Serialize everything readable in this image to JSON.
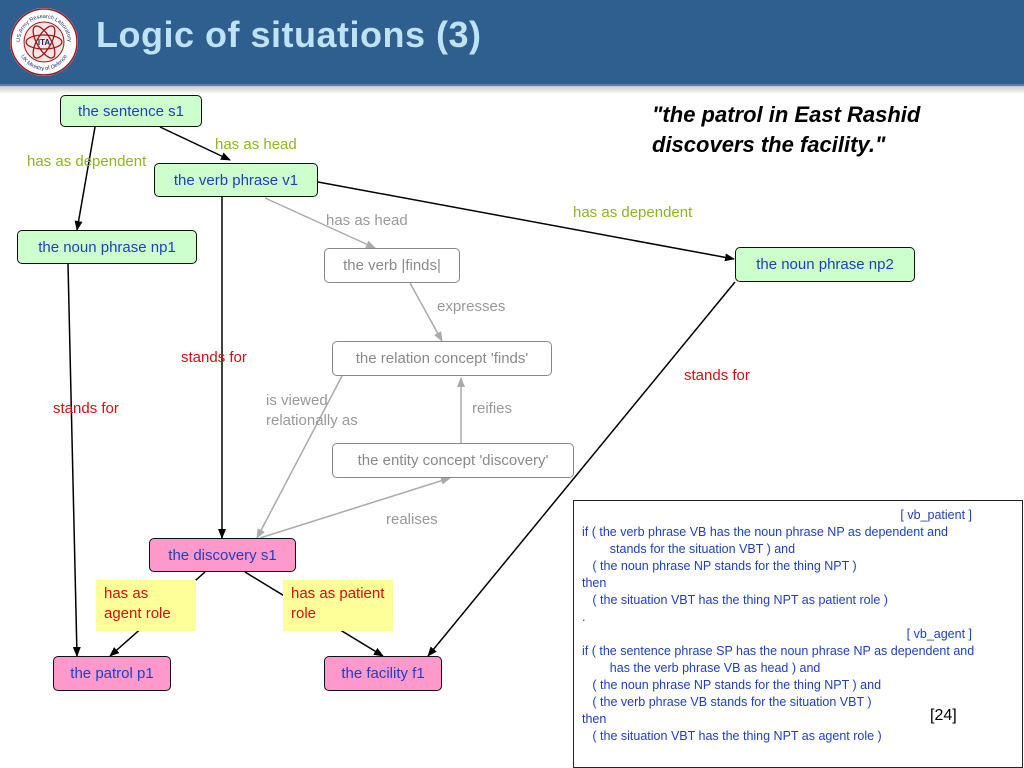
{
  "header": {
    "title": "Logic of situations (3)"
  },
  "nodes": {
    "sentence_s1": "the sentence s1",
    "verb_phrase_v1": "the verb phrase v1",
    "noun_phrase_np1": "the noun phrase np1",
    "noun_phrase_np2": "the noun phrase np2",
    "verb_finds": "the verb |finds|",
    "relation_concept": "the relation concept 'finds'",
    "entity_concept": "the entity concept 'discovery'",
    "discovery_s1": "the discovery s1",
    "patrol_p1": "the patrol p1",
    "facility_f1": "the facility f1"
  },
  "edges": {
    "s1_head": "has as head",
    "s1_dependent": "has as dependent",
    "v1_dependent": "has as dependent",
    "v1_head": "has as head",
    "expresses": "expresses",
    "stands_for_v1": "stands for",
    "stands_for_np1": "stands for",
    "stands_for_np2": "stands for",
    "viewed_relationally": "is viewed relationally as",
    "reifies": "reifies",
    "realises": "realises"
  },
  "roles": {
    "agent": "has as agent role",
    "patient": "has as patient role"
  },
  "quote": "\"the patrol in East Rashid discovers the facility.\"",
  "rules": [
    "[ vb_patient ]",
    "if ( the verb phrase VB has the noun phrase NP as dependent and",
    "        stands for the situation VBT ) and",
    "   ( the noun phrase NP stands for the thing NPT )",
    "then",
    "   ( the situation VBT has the thing NPT as patient role )",
    ".",
    "[ vb_agent ]",
    "if ( the sentence phrase SP has the noun phrase NP as dependent and",
    "        has the verb phrase VB as head ) and",
    "   ( the noun phrase NP stands for the thing NPT ) and",
    "   ( the verb phrase VB stands for the situation VBT )",
    "then",
    "   ( the situation VBT has the thing NPT as agent role )"
  ],
  "reference": "[24]",
  "logo": {
    "icon": "seal-logo",
    "top_text": "US Army Research Laboratory",
    "bottom_text": "UK Ministry of Defence",
    "center_text": "ITA"
  },
  "colors": {
    "header": "#2f5f8f",
    "title": "#bfe3f5",
    "green_node": "#ccffcc",
    "pink_node": "#ff99cc",
    "role_box": "#ffff99",
    "blue_text": "#1f3fbf",
    "olive_label": "#8db51e",
    "red_label": "#d41010",
    "grey": "#999999"
  }
}
